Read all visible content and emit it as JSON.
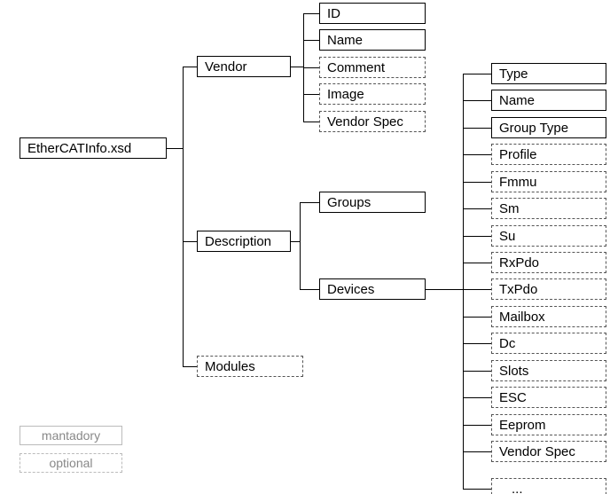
{
  "diagram": {
    "root": {
      "label": "EtherCATInfo.xsd",
      "style": "solid"
    },
    "level1": [
      {
        "label": "Vendor",
        "style": "solid"
      },
      {
        "label": "Description",
        "style": "solid"
      },
      {
        "label": "Modules",
        "style": "dashed"
      }
    ],
    "vendor_children": [
      {
        "label": "ID",
        "style": "solid"
      },
      {
        "label": "Name",
        "style": "solid"
      },
      {
        "label": "Comment",
        "style": "dashed"
      },
      {
        "label": "Image",
        "style": "dashed"
      },
      {
        "label": "Vendor Spec",
        "style": "dashed"
      }
    ],
    "description_children": [
      {
        "label": "Groups",
        "style": "solid"
      },
      {
        "label": "Devices",
        "style": "solid"
      }
    ],
    "device_children": [
      {
        "label": "Type",
        "style": "solid"
      },
      {
        "label": "Name",
        "style": "solid"
      },
      {
        "label": "Group Type",
        "style": "solid"
      },
      {
        "label": "Profile",
        "style": "dashed"
      },
      {
        "label": "Fmmu",
        "style": "dashed"
      },
      {
        "label": "Sm",
        "style": "dashed"
      },
      {
        "label": "Su",
        "style": "dashed"
      },
      {
        "label": "RxPdo",
        "style": "dashed"
      },
      {
        "label": "TxPdo",
        "style": "dashed"
      },
      {
        "label": "Mailbox",
        "style": "dashed"
      },
      {
        "label": "Dc",
        "style": "dashed"
      },
      {
        "label": "Slots",
        "style": "dashed"
      },
      {
        "label": "ESC",
        "style": "dashed"
      },
      {
        "label": "Eeprom",
        "style": "dashed"
      },
      {
        "label": "Vendor Spec",
        "style": "dashed"
      },
      {
        "label": "...",
        "style": "dashed"
      }
    ],
    "legend": [
      {
        "label": "mantadory",
        "style": "solid"
      },
      {
        "label": "optional",
        "style": "dashed"
      }
    ]
  }
}
